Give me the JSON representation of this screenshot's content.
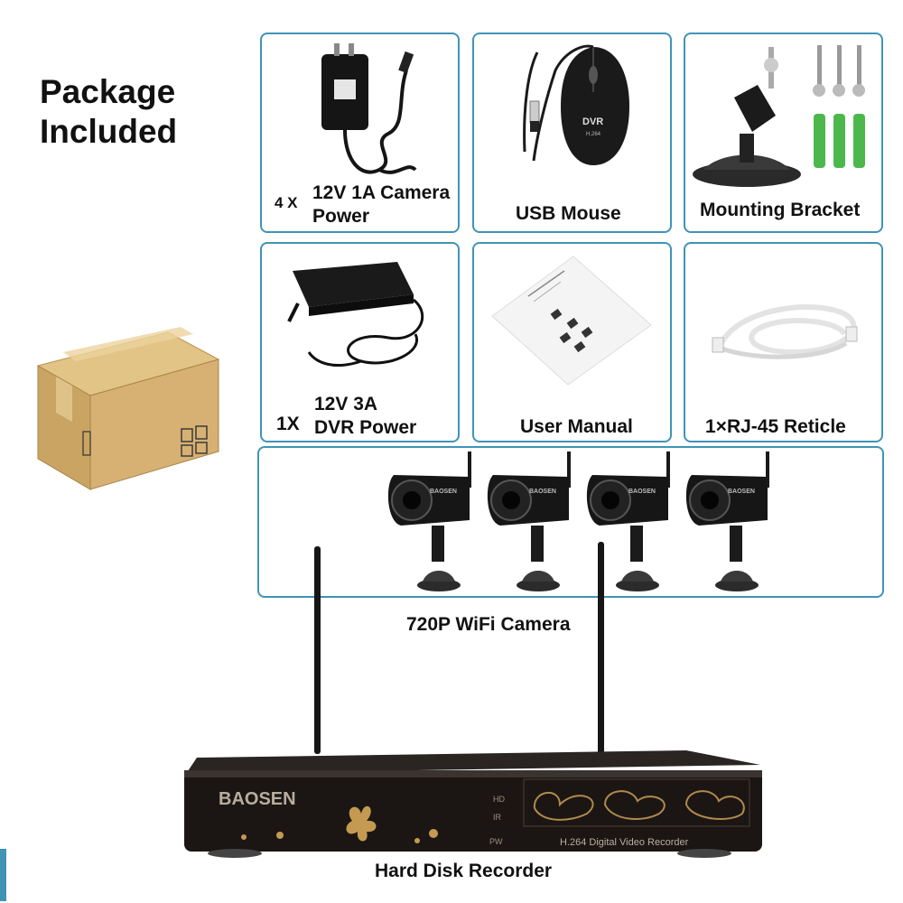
{
  "heading": {
    "line1": "Package",
    "line2": "Included"
  },
  "items": [
    {
      "qty": "4 X",
      "line1": "12V 1A Camera",
      "line2": "Power",
      "icon": "power-adapter-icon"
    },
    {
      "qty": "",
      "line1": "USB  Mouse",
      "icon": "mouse-icon",
      "mouse_text1": "DVR",
      "mouse_text2": "H.264"
    },
    {
      "qty": "",
      "line1": "Mounting Bracket",
      "icon": "bracket-icon"
    },
    {
      "qty": "1X",
      "line1": "12V 3A",
      "line2": "DVR Power",
      "icon": "dvr-power-icon"
    },
    {
      "qty": "",
      "line1": "User Manual",
      "icon": "manual-icon"
    },
    {
      "qty": "",
      "line1": "1×RJ-45 Reticle",
      "icon": "cable-icon"
    }
  ],
  "camera": {
    "caption": "720P WiFi  Camera",
    "count": 4,
    "brand": "BAOSEN"
  },
  "recorder": {
    "caption": "Hard Disk Recorder",
    "brand": "BAOSEN",
    "model": "H.264  Digital Video Recorder",
    "leds": [
      "PW",
      "IR",
      "HD"
    ]
  },
  "colors": {
    "frame": "#3f94b6",
    "box": "#d3ae6f",
    "device": "#1b1614",
    "accent_gold": "#c49a52"
  }
}
